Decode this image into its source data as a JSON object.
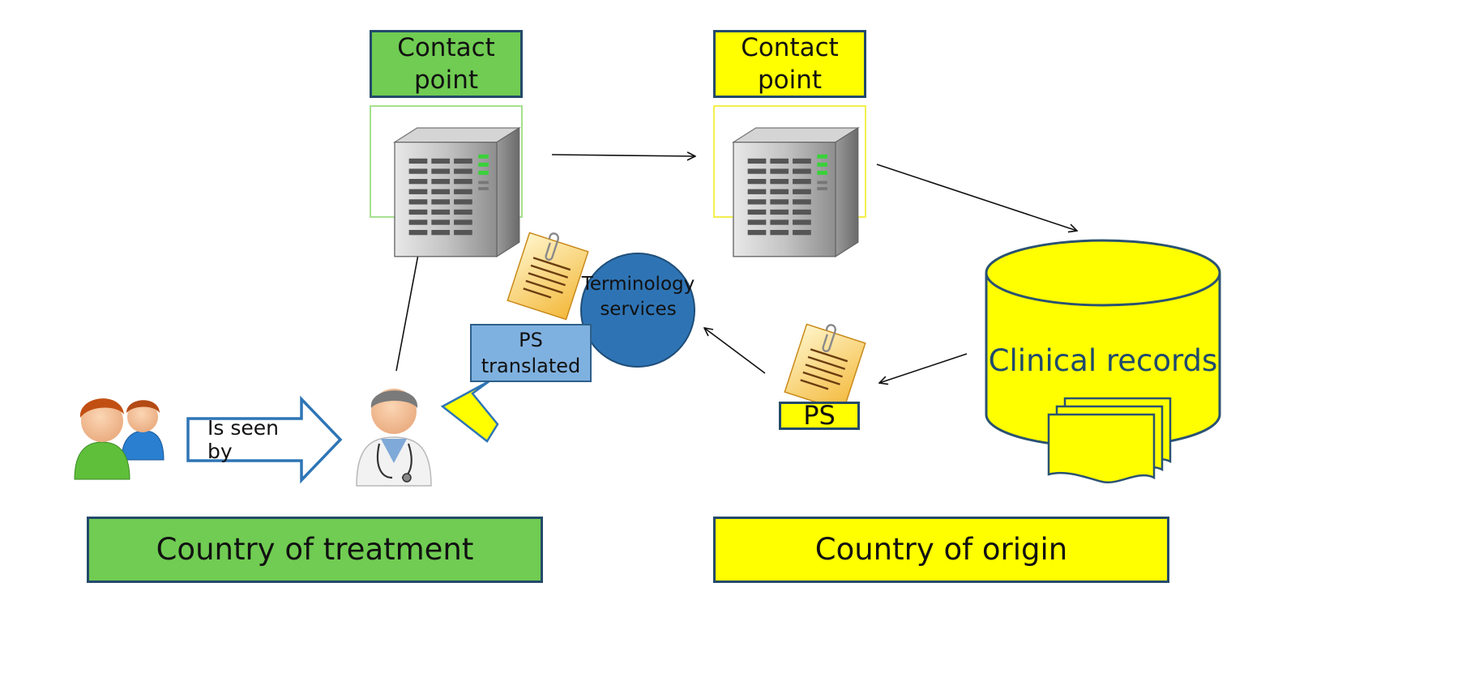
{
  "treatment": {
    "contact_point_label": "Contact\npoint",
    "country_label": "Country of treatment"
  },
  "origin": {
    "contact_point_label": "Contact\npoint",
    "country_label": "Country of origin"
  },
  "terminology_services_label": "Terminology\nservices",
  "ps_translated_label": "PS\ntranslated",
  "ps_label": "PS",
  "clinical_records_label": "Clinical records",
  "is_seen_by_label": "Is seen by",
  "colors": {
    "treatment_green": "#70cc52",
    "origin_yellow": "#ffff00",
    "terminology_blue": "#2e74b5",
    "ps_translated_blue": "#7fb1e0",
    "border_navy": "#244a6b"
  }
}
